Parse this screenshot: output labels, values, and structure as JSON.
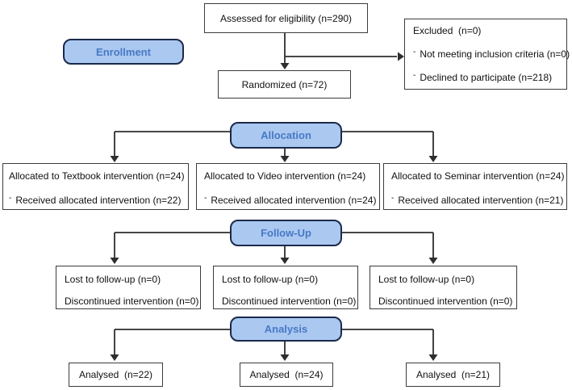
{
  "stages": {
    "enrollment_label": "Enrollment",
    "allocation_label": "Allocation",
    "followup_label": "Follow-Up",
    "analysis_label": "Analysis"
  },
  "enrollment": {
    "assessed": "Assessed for eligibility (n=290)",
    "randomized": "Randomized (n=72)",
    "excluded": {
      "title": "Excluded  (n=0)",
      "bullet": "-",
      "items": [
        "Not meeting inclusion criteria (n=0)",
        "Declined to participate (n=218)"
      ]
    }
  },
  "allocation": {
    "boxes": [
      {
        "title": "Allocated to Textbook intervention (n=24)",
        "bullet": "-",
        "item": "Received allocated intervention (n=22)"
      },
      {
        "title": "Allocated to Video intervention (n=24)",
        "bullet": "-",
        "item": "Received allocated intervention (n=24)"
      },
      {
        "title": "Allocated to Seminar intervention (n=24)",
        "bullet": "-",
        "item": "Received allocated intervention (n=21)"
      }
    ]
  },
  "followup": {
    "boxes": [
      {
        "line1": "Lost to follow-up (n=0)",
        "line2": "Discontinued intervention (n=0)"
      },
      {
        "line1": "Lost to follow-up (n=0)",
        "line2": "Discontinued intervention (n=0)"
      },
      {
        "line1": "Lost to follow-up (n=0)",
        "line2": "Discontinued intervention (n=0)"
      }
    ]
  },
  "analysis": {
    "boxes": [
      {
        "label": "Analysed  (n=22)"
      },
      {
        "label": "Analysed  (n=24)"
      },
      {
        "label": "Analysed  (n=21)"
      }
    ]
  },
  "colors": {
    "stage_fill": "#abc8f1",
    "stage_border": "#1b2a4a",
    "stage_text": "#4779c4",
    "box_border": "#3c3c3c",
    "connector": "#2e2e2e"
  }
}
